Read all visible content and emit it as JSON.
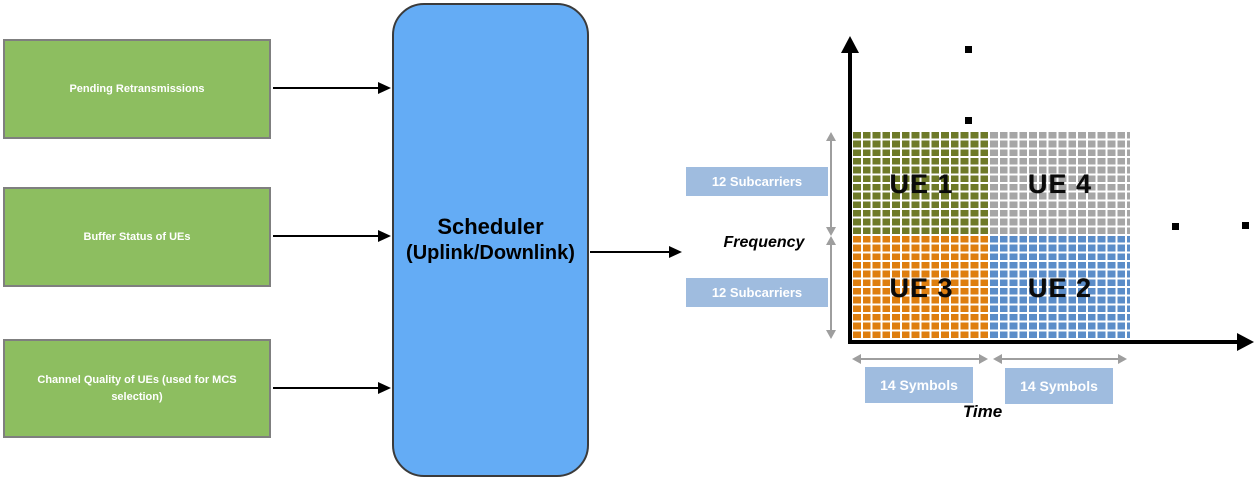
{
  "diagram": {
    "inputs": [
      {
        "label": "Pending Retransmissions"
      },
      {
        "label": "Buffer Status of UEs"
      },
      {
        "label": "Channel Quality of UEs (used for MCS selection)"
      }
    ],
    "scheduler": {
      "title": "Scheduler",
      "subtitle": "(Uplink/Downlink)"
    },
    "resource_grid": {
      "frequency_axis_label": "Frequency",
      "time_axis_label": "Time",
      "subcarrier_labels": [
        "12 Subcarriers",
        "12 Subcarriers"
      ],
      "symbol_labels": [
        "14 Symbols",
        "14 Symbols"
      ]
    },
    "colors": {
      "input_box_fill": "#8DBE60",
      "input_box_border": "#7F7F7F",
      "scheduler_fill": "#64ACF5",
      "measure_chip_fill": "#9FBCDF",
      "measure_arrow": "#9E9E9E",
      "black_arrow": "#000000"
    }
  },
  "chart_data": {
    "type": "heatmap",
    "xlabel": "Time",
    "ylabel": "Frequency",
    "x_segments": [
      "14 Symbols",
      "14 Symbols"
    ],
    "y_segments": [
      "12 Subcarriers",
      "12 Subcarriers"
    ],
    "cells_per_allocation": {
      "symbols": 14,
      "subcarriers": 12
    },
    "allocations": [
      {
        "ue": "UE 1",
        "position": "top-left",
        "time_slot": 1,
        "frequency_block": 2,
        "color": "#6E7A28"
      },
      {
        "ue": "UE 4",
        "position": "top-right",
        "time_slot": 2,
        "frequency_block": 2,
        "color": "#A6A6A6"
      },
      {
        "ue": "UE 3",
        "position": "bottom-left",
        "time_slot": 1,
        "frequency_block": 1,
        "color": "#DE7E0F"
      },
      {
        "ue": "UE 2",
        "position": "bottom-right",
        "time_slot": 2,
        "frequency_block": 1,
        "color": "#5B8DC9"
      }
    ]
  }
}
